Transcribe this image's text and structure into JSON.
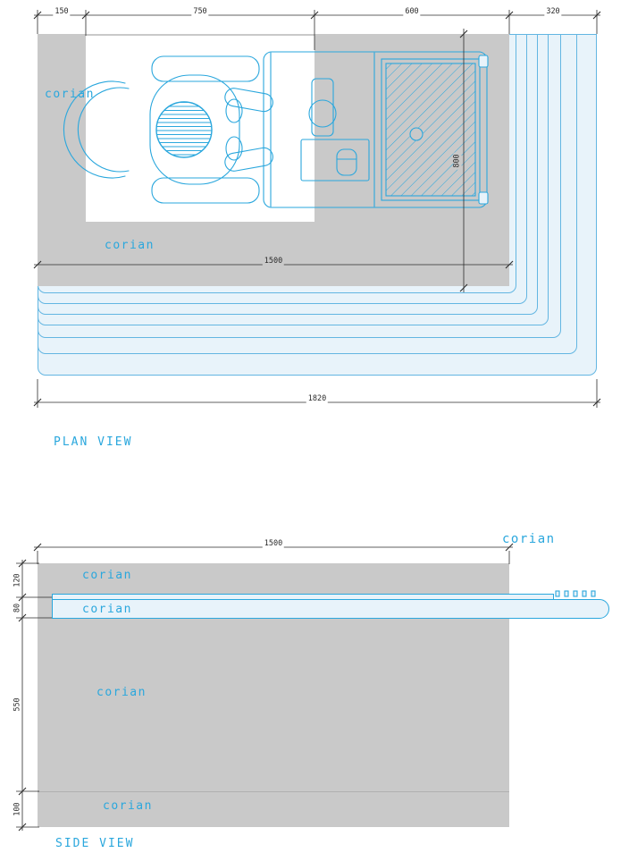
{
  "colors": {
    "accent": "#2aa7dd",
    "gray": "#c9c9c9",
    "pale": "#e8f3fa",
    "dimline": "#2b2b2b",
    "shellline": "#63b6e2"
  },
  "plan": {
    "title": "PLAN VIEW",
    "material_label_left": "corian",
    "material_label_bottom": "corian",
    "dims": {
      "seg_150": "150",
      "seg_750": "750",
      "seg_600": "600",
      "seg_320": "320",
      "width_1500": "1500",
      "total_1820": "1820",
      "depth_800": "800"
    }
  },
  "side": {
    "title": "SIDE VIEW",
    "material_label_top_right": "corian",
    "material_label_upper": "corian",
    "material_label_worktop": "corian",
    "material_label_body": "corian",
    "material_label_base": "corian",
    "dims": {
      "width_1500": "1500",
      "h_120": "120",
      "h_80": "80",
      "h_550": "550",
      "h_100": "100"
    }
  }
}
